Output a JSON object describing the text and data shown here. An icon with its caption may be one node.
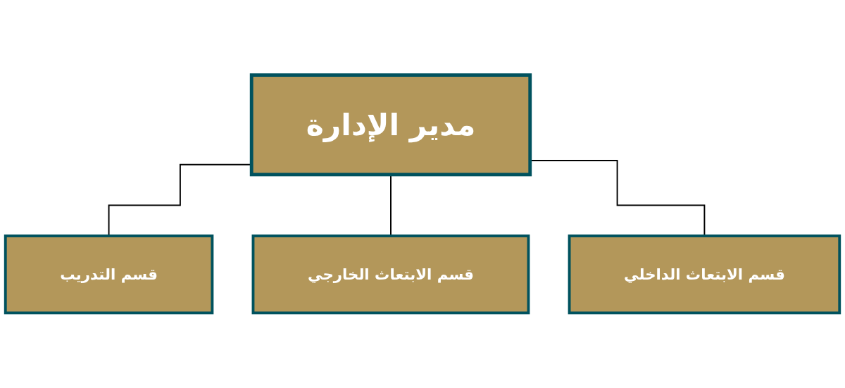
{
  "diagram": {
    "nodes": [
      {
        "text": [
          "مدير الإدارة"
        ]
      },
      {
        "text": [
          "قسم التدريب"
        ]
      },
      {
        "text": [
          "قسم الابتعاث الخارجي"
        ]
      },
      {
        "text": [
          "قسم الابتعاث الداخلي"
        ]
      }
    ],
    "edges": [
      {
        "from": 0,
        "to": 1,
        "arrow": "none"
      },
      {
        "from": 0,
        "to": 2,
        "arrow": "none"
      },
      {
        "from": 0,
        "to": 3,
        "arrow": "none"
      }
    ]
  }
}
